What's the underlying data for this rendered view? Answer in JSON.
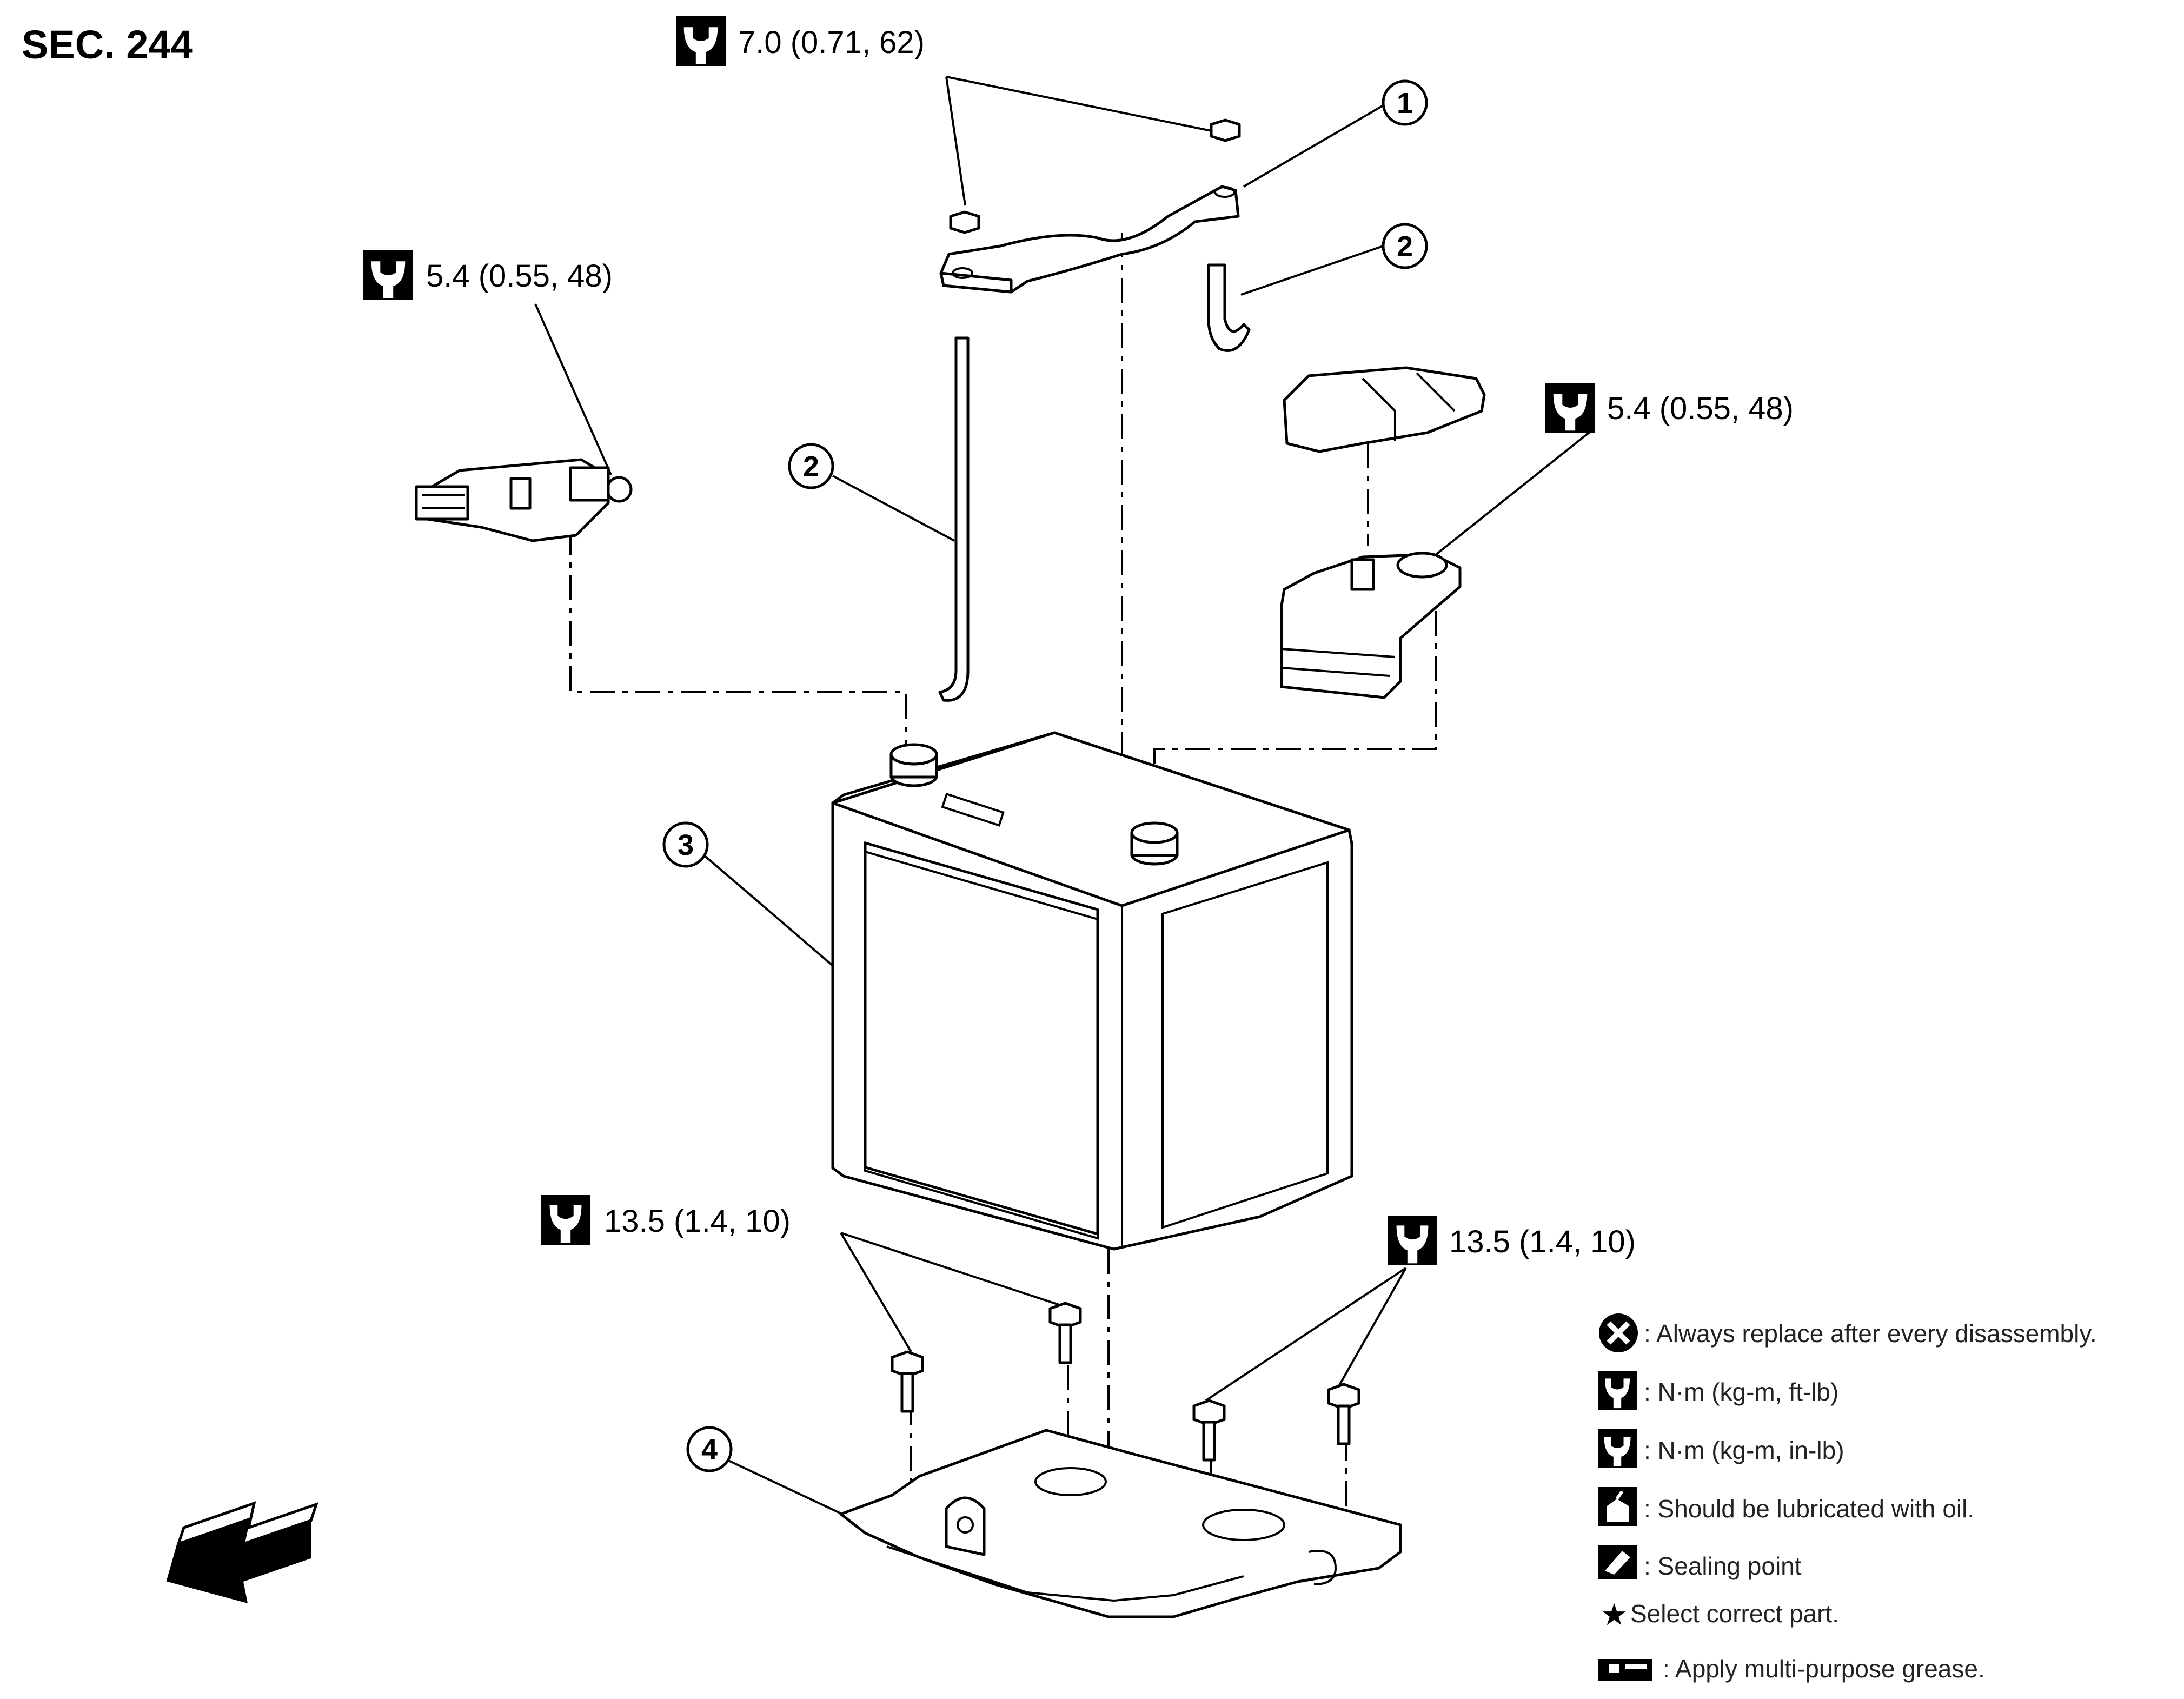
{
  "section_label": "SEC. 244",
  "torque_specs": {
    "bracket_nuts": "7.0 (0.71, 62)",
    "left_terminal": "5.4 (0.55, 48)",
    "right_terminal": "5.4 (0.55, 48)",
    "tray_bolts_left": "13.5 (1.4, 10)",
    "tray_bolts_right": "13.5 (1.4, 10)"
  },
  "callouts": {
    "bracket": "1",
    "rod_right": "2",
    "rod_left": "2",
    "battery": "3",
    "tray": "4"
  },
  "legend": [
    {
      "icon": "replace-icon",
      "text": ": Always replace after every disassembly."
    },
    {
      "icon": "torque-ftlb-icon",
      "text": ": N·m (kg-m, ft-lb)"
    },
    {
      "icon": "torque-inlb-icon",
      "text": ": N·m (kg-m, in-lb)"
    },
    {
      "icon": "oil-can-icon",
      "text": ": Should be lubricated with oil."
    },
    {
      "icon": "sealing-icon",
      "text": ": Sealing point"
    },
    {
      "icon": "star-icon",
      "text": "Select correct part."
    },
    {
      "icon": "grease-icon",
      "text": ": Apply multi-purpose grease."
    }
  ]
}
